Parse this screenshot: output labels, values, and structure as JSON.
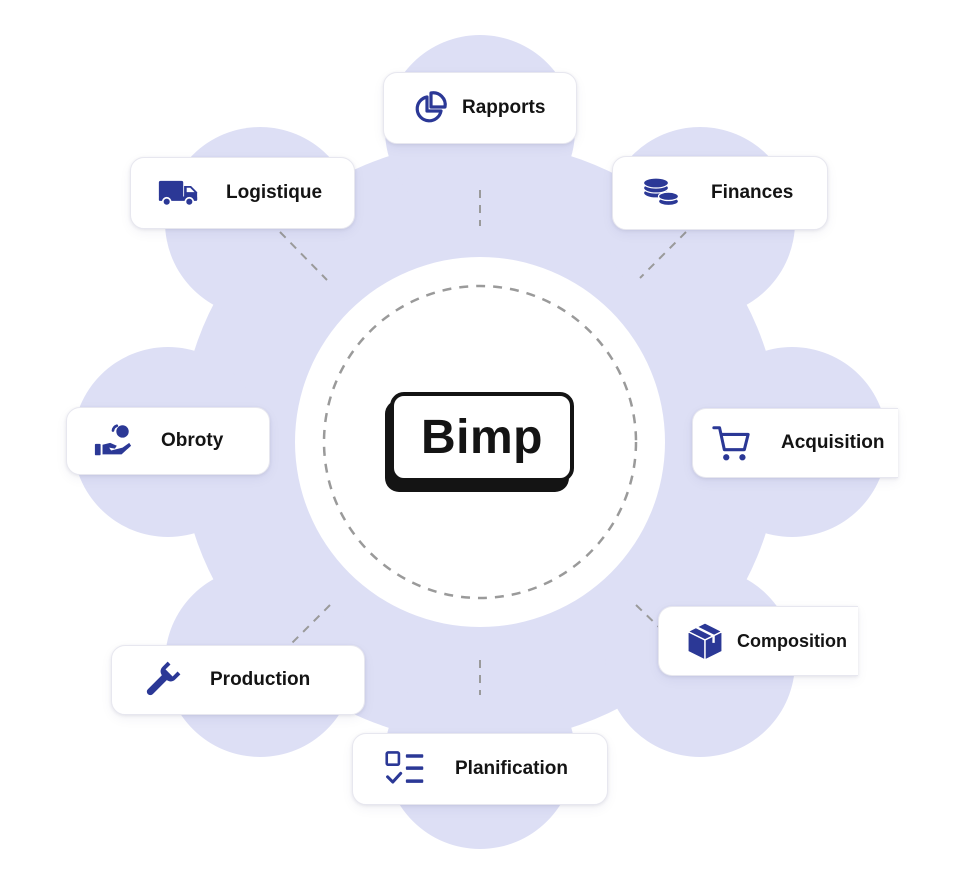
{
  "logo": {
    "text": "Bimp"
  },
  "colors": {
    "gear": "#dddff5",
    "icon": "#2b3896",
    "text": "#141414",
    "dash": "#9a9a9a"
  },
  "modules": [
    {
      "label": "Rapports",
      "icon": "pie-chart-icon"
    },
    {
      "label": "Finances",
      "icon": "coins-icon"
    },
    {
      "label": "Acquisition",
      "icon": "shopping-cart-icon"
    },
    {
      "label": "Composition",
      "icon": "box-icon"
    },
    {
      "label": "Planification",
      "icon": "checklist-icon"
    },
    {
      "label": "Production",
      "icon": "wrench-icon"
    },
    {
      "label": "Obroty",
      "icon": "hand-coin-icon"
    },
    {
      "label": "Logistique",
      "icon": "truck-icon"
    }
  ]
}
